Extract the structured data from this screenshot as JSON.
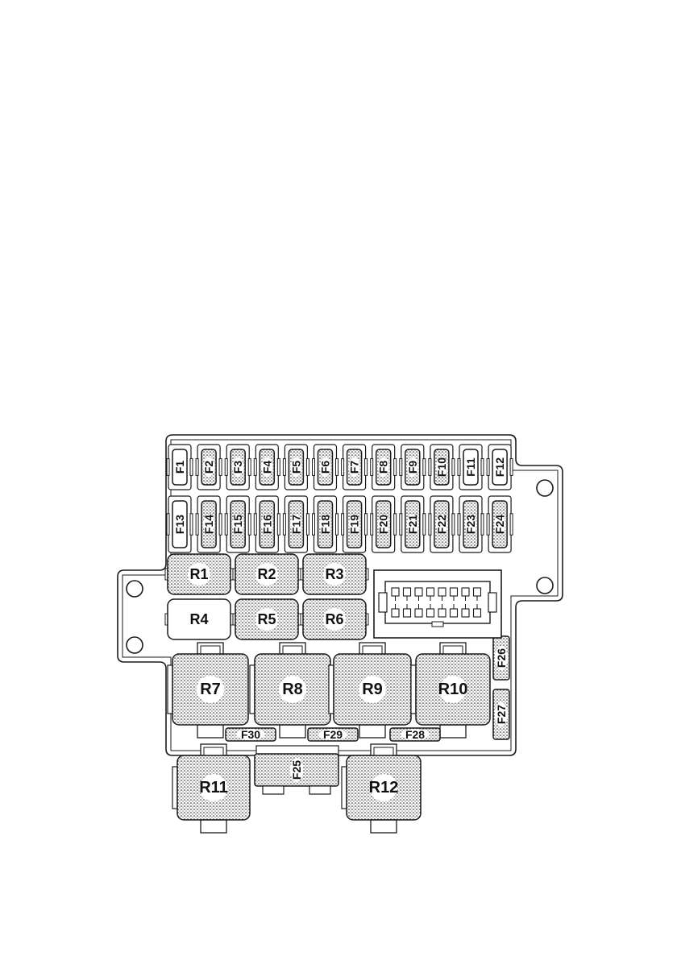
{
  "diagram": {
    "style": {
      "line_color": "#1a1a1a",
      "speckle_fill": "#8a8a8a",
      "plain_fill": "#ffffff"
    },
    "fuses_top_row": [
      {
        "label": "F1",
        "speckled": false
      },
      {
        "label": "F2",
        "speckled": true
      },
      {
        "label": "F3",
        "speckled": true
      },
      {
        "label": "F4",
        "speckled": true
      },
      {
        "label": "F5",
        "speckled": true
      },
      {
        "label": "F6",
        "speckled": true
      },
      {
        "label": "F7",
        "speckled": true
      },
      {
        "label": "F8",
        "speckled": true
      },
      {
        "label": "F9",
        "speckled": true
      },
      {
        "label": "F10",
        "speckled": true
      },
      {
        "label": "F11",
        "speckled": false
      },
      {
        "label": "F12",
        "speckled": false
      }
    ],
    "fuses_bottom_row": [
      {
        "label": "F13",
        "speckled": false
      },
      {
        "label": "F14",
        "speckled": true
      },
      {
        "label": "F15",
        "speckled": true
      },
      {
        "label": "F16",
        "speckled": true
      },
      {
        "label": "F17",
        "speckled": true
      },
      {
        "label": "F18",
        "speckled": true
      },
      {
        "label": "F19",
        "speckled": true
      },
      {
        "label": "F20",
        "speckled": true
      },
      {
        "label": "F21",
        "speckled": true
      },
      {
        "label": "F22",
        "speckled": true
      },
      {
        "label": "F23",
        "speckled": true
      },
      {
        "label": "F24",
        "speckled": true
      }
    ],
    "relays": {
      "R1": "R1",
      "R2": "R2",
      "R3": "R3",
      "R4": "R4",
      "R5": "R5",
      "R6": "R6",
      "R7": "R7",
      "R8": "R8",
      "R9": "R9",
      "R10": "R10",
      "R11": "R11",
      "R12": "R12"
    },
    "side_fuses": {
      "F25": "F25",
      "F26": "F26",
      "F27": "F27",
      "F28": "F28",
      "F29": "F29",
      "F30": "F30"
    }
  }
}
